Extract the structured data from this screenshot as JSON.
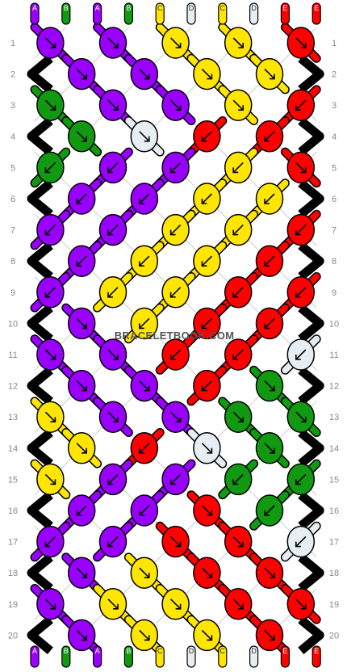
{
  "watermark": "BRACELETBOOK.COM",
  "colors": {
    "A": "#9900ff",
    "B": "#119911",
    "C": "#ffe600",
    "D": "#e6eef3",
    "E": "#ff0000"
  },
  "initial_strands": [
    "A",
    "B",
    "A",
    "B",
    "C",
    "D",
    "C",
    "D",
    "E",
    "E"
  ],
  "final_strands": [
    "A",
    "B",
    "A",
    "B",
    "C",
    "D",
    "C",
    "D",
    "E",
    "E"
  ],
  "row_labels": [
    "1",
    "2",
    "3",
    "4",
    "5",
    "6",
    "7",
    "8",
    "9",
    "10",
    "11",
    "12",
    "13",
    "14",
    "15",
    "16",
    "17",
    "18",
    "19",
    "20"
  ],
  "knot_rows": [
    {
      "row": 1,
      "knots": [
        {
          "color": "A",
          "dir": "se"
        },
        {
          "color": "A",
          "dir": "se"
        },
        {
          "color": "C",
          "dir": "se"
        },
        {
          "color": "C",
          "dir": "se"
        },
        {
          "color": "E",
          "dir": "se"
        }
      ]
    },
    {
      "row": 2,
      "knots": [
        {
          "color": "A",
          "dir": "se"
        },
        {
          "color": "A",
          "dir": "se"
        },
        {
          "color": "C",
          "dir": "se"
        },
        {
          "color": "C",
          "dir": "se"
        }
      ]
    },
    {
      "row": 3,
      "knots": [
        {
          "color": "B",
          "dir": "se"
        },
        {
          "color": "A",
          "dir": "se"
        },
        {
          "color": "A",
          "dir": "se"
        },
        {
          "color": "C",
          "dir": "se"
        },
        {
          "color": "E",
          "dir": "sw"
        }
      ]
    },
    {
      "row": 4,
      "knots": [
        {
          "color": "B",
          "dir": "se"
        },
        {
          "color": "D",
          "dir": "se"
        },
        {
          "color": "E",
          "dir": "sw"
        },
        {
          "color": "E",
          "dir": "sw"
        }
      ]
    },
    {
      "row": 5,
      "knots": [
        {
          "color": "B",
          "dir": "sw"
        },
        {
          "color": "A",
          "dir": "sw"
        },
        {
          "color": "A",
          "dir": "sw"
        },
        {
          "color": "C",
          "dir": "sw"
        },
        {
          "color": "E",
          "dir": "se"
        }
      ]
    },
    {
      "row": 6,
      "knots": [
        {
          "color": "A",
          "dir": "sw"
        },
        {
          "color": "A",
          "dir": "sw"
        },
        {
          "color": "C",
          "dir": "sw"
        },
        {
          "color": "C",
          "dir": "sw"
        }
      ]
    },
    {
      "row": 7,
      "knots": [
        {
          "color": "A",
          "dir": "sw"
        },
        {
          "color": "A",
          "dir": "sw"
        },
        {
          "color": "C",
          "dir": "sw"
        },
        {
          "color": "C",
          "dir": "sw"
        },
        {
          "color": "E",
          "dir": "sw"
        }
      ]
    },
    {
      "row": 8,
      "knots": [
        {
          "color": "A",
          "dir": "sw"
        },
        {
          "color": "C",
          "dir": "sw"
        },
        {
          "color": "C",
          "dir": "sw"
        },
        {
          "color": "E",
          "dir": "sw"
        }
      ]
    },
    {
      "row": 9,
      "knots": [
        {
          "color": "A",
          "dir": "sw"
        },
        {
          "color": "C",
          "dir": "sw"
        },
        {
          "color": "C",
          "dir": "sw"
        },
        {
          "color": "E",
          "dir": "sw"
        },
        {
          "color": "E",
          "dir": "sw"
        }
      ]
    },
    {
      "row": 10,
      "knots": [
        {
          "color": "A",
          "dir": "se"
        },
        {
          "color": "C",
          "dir": "sw"
        },
        {
          "color": "E",
          "dir": "sw"
        },
        {
          "color": "E",
          "dir": "sw"
        }
      ]
    },
    {
      "row": 11,
      "knots": [
        {
          "color": "A",
          "dir": "se"
        },
        {
          "color": "A",
          "dir": "se"
        },
        {
          "color": "E",
          "dir": "sw"
        },
        {
          "color": "E",
          "dir": "sw"
        },
        {
          "color": "D",
          "dir": "sw"
        }
      ]
    },
    {
      "row": 12,
      "knots": [
        {
          "color": "A",
          "dir": "se"
        },
        {
          "color": "A",
          "dir": "se"
        },
        {
          "color": "E",
          "dir": "sw"
        },
        {
          "color": "B",
          "dir": "se"
        }
      ]
    },
    {
      "row": 13,
      "knots": [
        {
          "color": "C",
          "dir": "se"
        },
        {
          "color": "A",
          "dir": "se"
        },
        {
          "color": "A",
          "dir": "se"
        },
        {
          "color": "B",
          "dir": "se"
        },
        {
          "color": "B",
          "dir": "se"
        }
      ]
    },
    {
      "row": 14,
      "knots": [
        {
          "color": "C",
          "dir": "se"
        },
        {
          "color": "E",
          "dir": "sw"
        },
        {
          "color": "D",
          "dir": "se"
        },
        {
          "color": "B",
          "dir": "se"
        }
      ]
    },
    {
      "row": 15,
      "knots": [
        {
          "color": "C",
          "dir": "se"
        },
        {
          "color": "A",
          "dir": "sw"
        },
        {
          "color": "A",
          "dir": "sw"
        },
        {
          "color": "B",
          "dir": "sw"
        },
        {
          "color": "B",
          "dir": "sw"
        }
      ]
    },
    {
      "row": 16,
      "knots": [
        {
          "color": "A",
          "dir": "sw"
        },
        {
          "color": "A",
          "dir": "sw"
        },
        {
          "color": "E",
          "dir": "se"
        },
        {
          "color": "B",
          "dir": "sw"
        }
      ]
    },
    {
      "row": 17,
      "knots": [
        {
          "color": "A",
          "dir": "sw"
        },
        {
          "color": "A",
          "dir": "sw"
        },
        {
          "color": "E",
          "dir": "se"
        },
        {
          "color": "E",
          "dir": "se"
        },
        {
          "color": "D",
          "dir": "sw"
        }
      ]
    },
    {
      "row": 18,
      "knots": [
        {
          "color": "A",
          "dir": "se"
        },
        {
          "color": "C",
          "dir": "se"
        },
        {
          "color": "E",
          "dir": "se"
        },
        {
          "color": "E",
          "dir": "se"
        }
      ]
    },
    {
      "row": 19,
      "knots": [
        {
          "color": "A",
          "dir": "se"
        },
        {
          "color": "C",
          "dir": "se"
        },
        {
          "color": "C",
          "dir": "se"
        },
        {
          "color": "E",
          "dir": "se"
        },
        {
          "color": "E",
          "dir": "se"
        }
      ]
    },
    {
      "row": 20,
      "knots": [
        {
          "color": "A",
          "dir": "se"
        },
        {
          "color": "C",
          "dir": "se"
        },
        {
          "color": "C",
          "dir": "se"
        },
        {
          "color": "E",
          "dir": "se"
        }
      ]
    }
  ]
}
